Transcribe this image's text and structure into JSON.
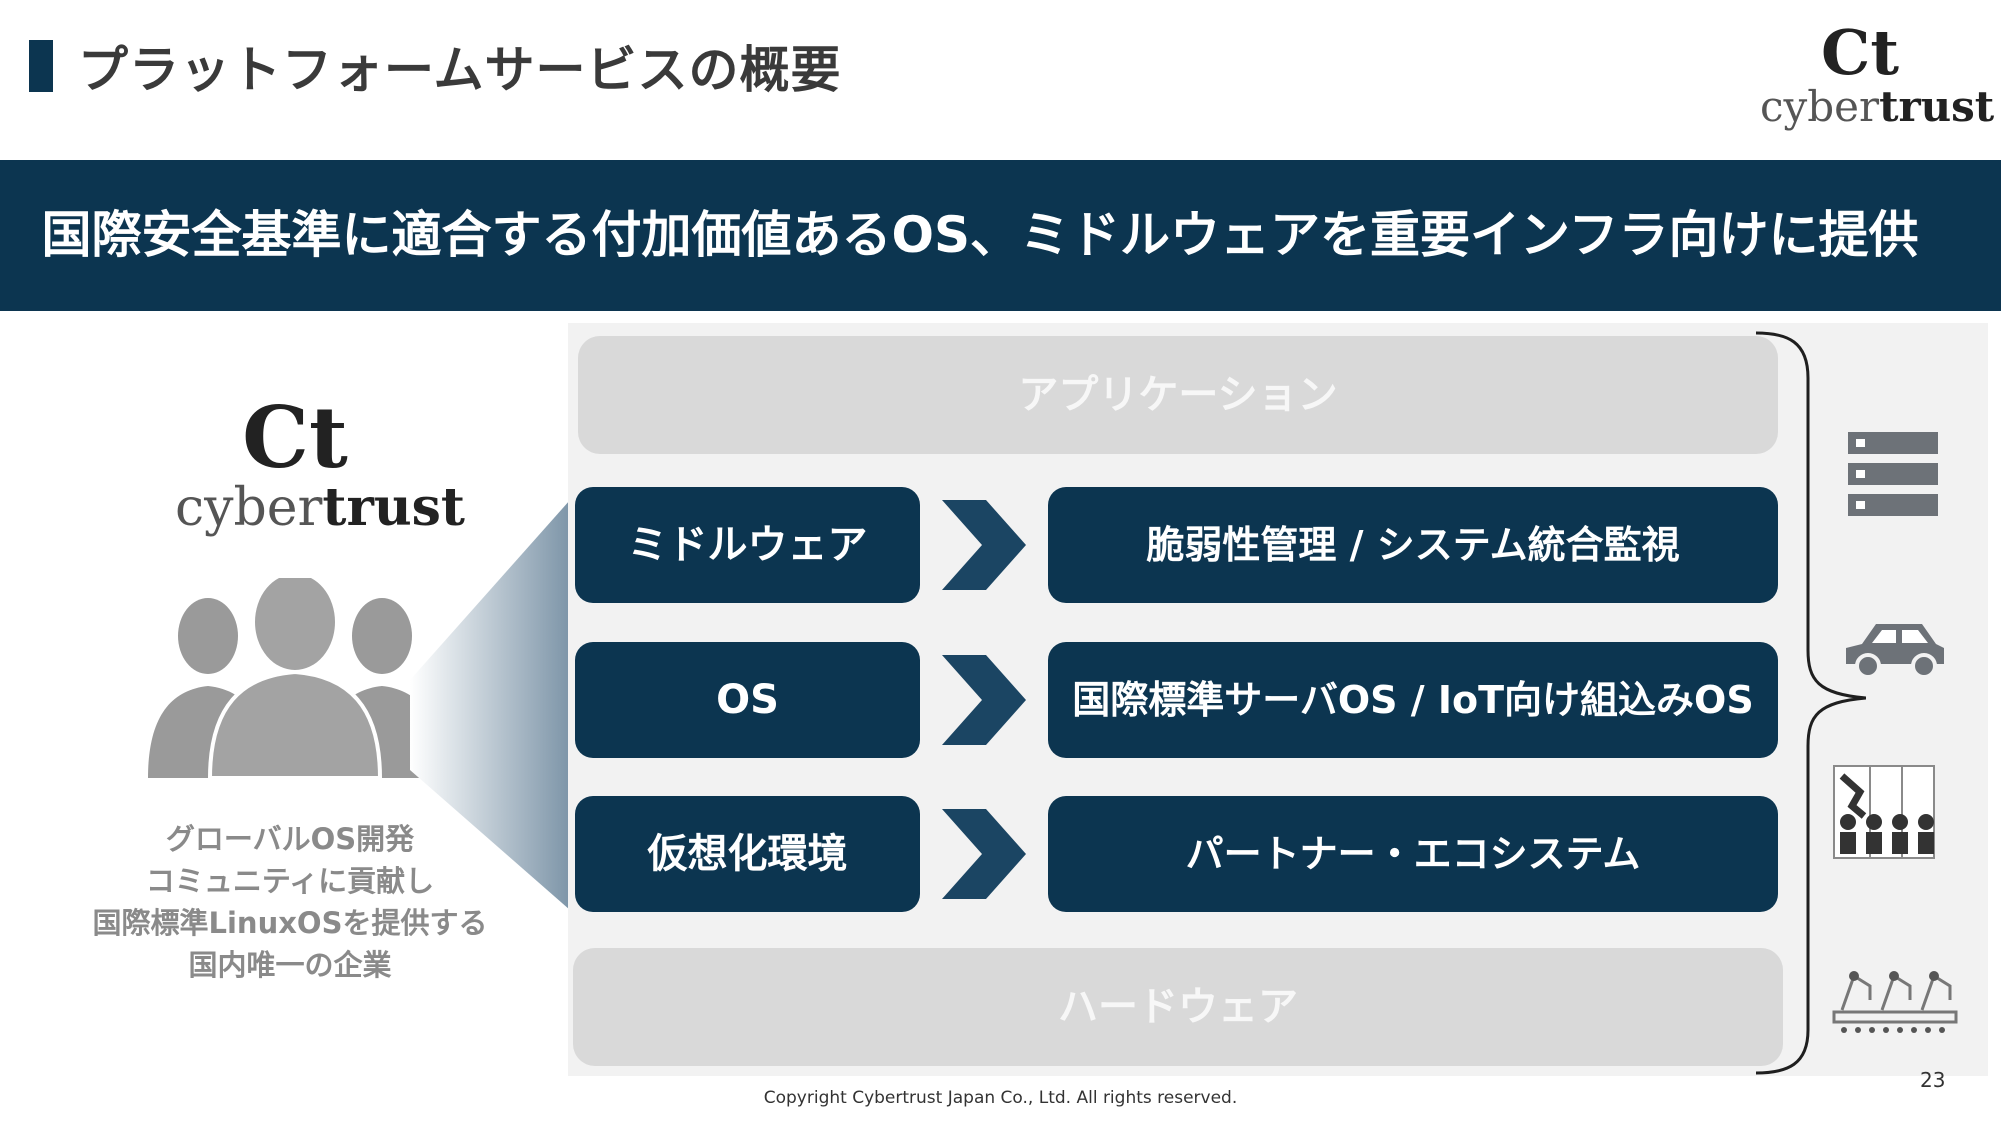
{
  "header": {
    "title": "プラットフォームサービスの概要"
  },
  "logo": {
    "mark": "Ct",
    "word_light": "cyber",
    "word_bold": "trust"
  },
  "banner": {
    "text": "国際安全基準に適合する付加価値あるOS、ミドルウェアを重要インフラ向けに提供"
  },
  "stack": {
    "application": "アプリケーション",
    "hardware": "ハードウェア",
    "rows": [
      {
        "left": "ミドルウェア",
        "right": "脆弱性管理 / システム統合監視"
      },
      {
        "left": "OS",
        "right": "国際標準サーバOS / IoT向け組込みOS"
      },
      {
        "left": "仮想化環境",
        "right": "パートナー・エコシステム"
      }
    ]
  },
  "left_description": [
    "グローバルOS開発",
    "コミュニティに貢献し",
    "国際標準LinuxOSを提供する",
    "国内唯一の企業"
  ],
  "icons": {
    "people": "people-group-icon",
    "servers": "server-rack-icon",
    "car": "car-icon",
    "factory": "factory-workers-icon",
    "robots": "robot-arms-icon",
    "chevron": "chevron-right-icon"
  },
  "colors": {
    "navy": "#0c3550",
    "chevron": "#1b4563",
    "gray_layer": "#d9d9d9",
    "panel": "#f2f2f2",
    "people_gray": "#9a9a9a"
  },
  "footer": {
    "copyright": "Copyright Cybertrust Japan Co., Ltd. All rights reserved.",
    "page_number": "23"
  }
}
